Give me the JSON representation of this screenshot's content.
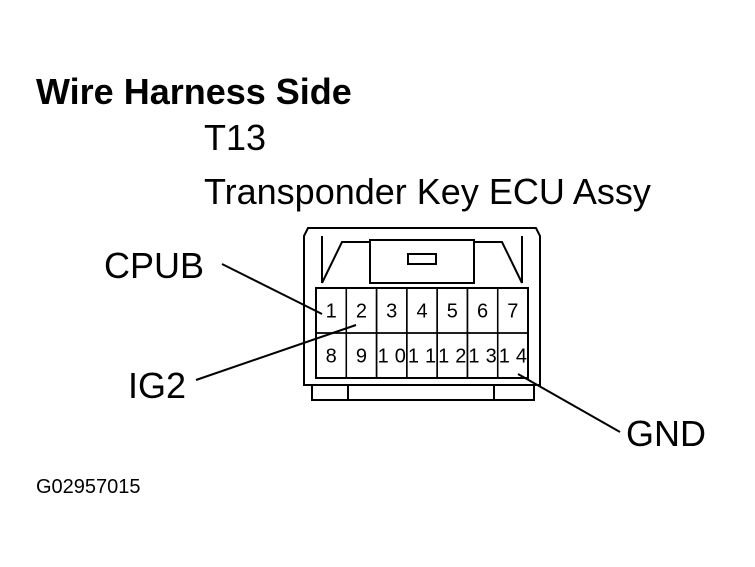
{
  "header": {
    "title": "Wire Harness Side",
    "connector_code": "T13",
    "connector_name": "Transponder Key ECU Assy"
  },
  "connector": {
    "pins_row1": [
      "1",
      "2",
      "3",
      "4",
      "5",
      "6",
      "7"
    ],
    "pins_row2": [
      "8",
      "9",
      "10",
      "11",
      "12",
      "13",
      "14"
    ]
  },
  "callouts": {
    "cpub": "CPUB",
    "ig2": "IG2",
    "gnd": "GND"
  },
  "figure_id": "G02957015"
}
